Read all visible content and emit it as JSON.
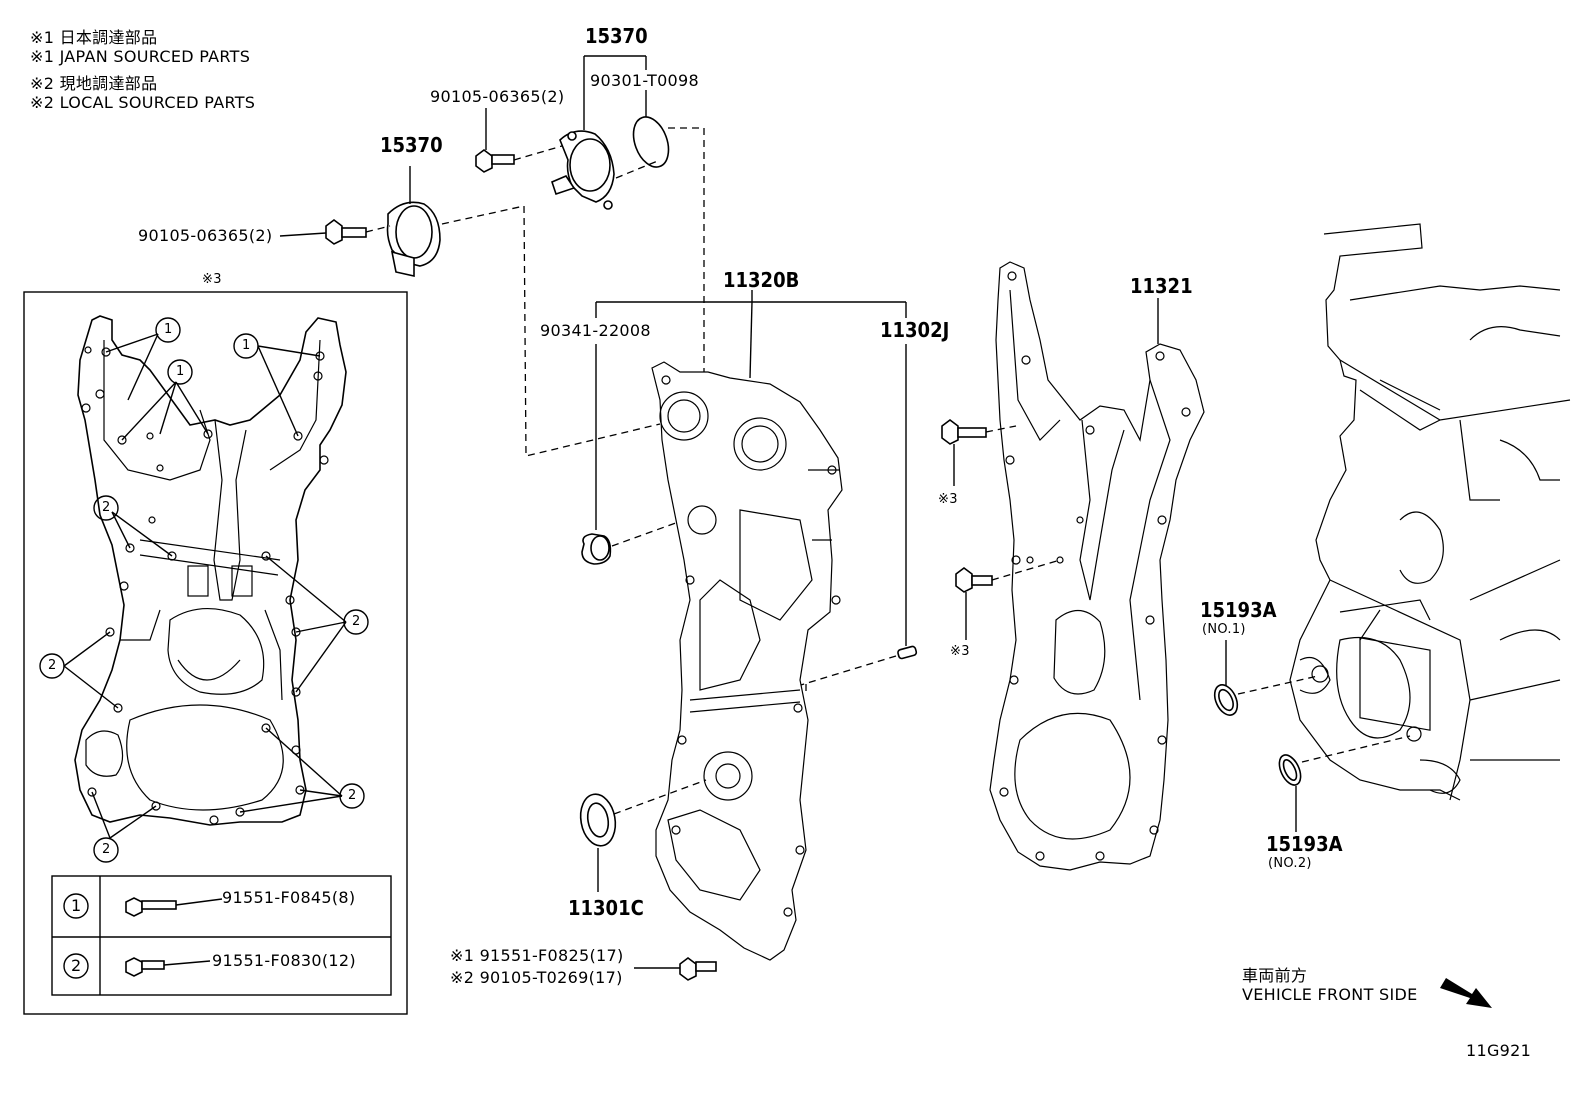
{
  "notes": {
    "n1_jp": "※1 日本調達部品",
    "n1_en": "※1 JAPAN SOURCED PARTS",
    "n2_jp": "※2 現地調達部品",
    "n2_en": "※2 LOCAL SOURCED PARTS"
  },
  "labels": {
    "p15370_top": "15370",
    "p90301": "90301-T0098",
    "p90105_top": "90105-06365(2)",
    "p15370_left": "15370",
    "p90105_left": "90105-06365(2)",
    "p11320b": "11320B",
    "p90341": "90341-22008",
    "p11302j": "11302J",
    "p11321": "11321",
    "ref3_a": "※3",
    "ref3_b": "※3",
    "ref3_c": "※3",
    "p15193a_1": "15193A",
    "p15193a_1_sub": "(NO.1)",
    "p15193a_2": "15193A",
    "p15193a_2_sub": "(NO.2)",
    "p11301c": "11301C",
    "bolt_jp": "※1 91551-F0825(17)",
    "bolt_local": "※2 90105-T0269(17)",
    "front_jp": "車両前方",
    "front_en": "VEHICLE FRONT SIDE",
    "code": "11G921"
  },
  "inset": {
    "ref": "※3",
    "callout_1": "1",
    "callout_2": "2",
    "table": [
      {
        "symbol": "1",
        "part": "91551-F0845(8)"
      },
      {
        "symbol": "2",
        "part": "91551-F0830(12)"
      }
    ]
  }
}
